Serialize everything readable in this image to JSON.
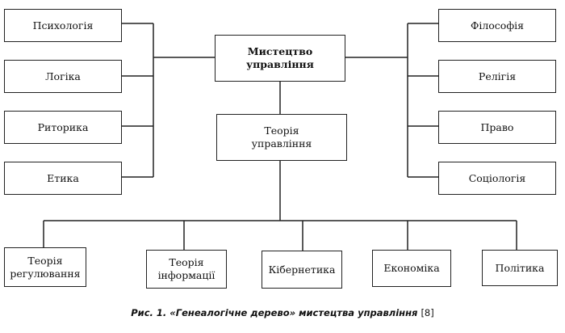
{
  "root": {
    "line1": "Мистецтво",
    "line2": "управління"
  },
  "theory": {
    "line1": "Теорія",
    "line2": "управління"
  },
  "left": [
    "Психологія",
    "Логіка",
    "Риторика",
    "Етика"
  ],
  "right": [
    "Філософія",
    "Релігія",
    "Право",
    "Соціологія"
  ],
  "bottom": [
    {
      "line1": "Теорія",
      "line2": "регулювання"
    },
    {
      "line1": "Теорія",
      "line2": "інформації"
    },
    {
      "line1": "Кібернетика",
      "line2": ""
    },
    {
      "line1": "Економіка",
      "line2": ""
    },
    {
      "line1": "Політика",
      "line2": ""
    }
  ],
  "caption": {
    "text": "Рис. 1. «Генеалогічне дерево» мистецтва управління",
    "ref": "[8]"
  }
}
